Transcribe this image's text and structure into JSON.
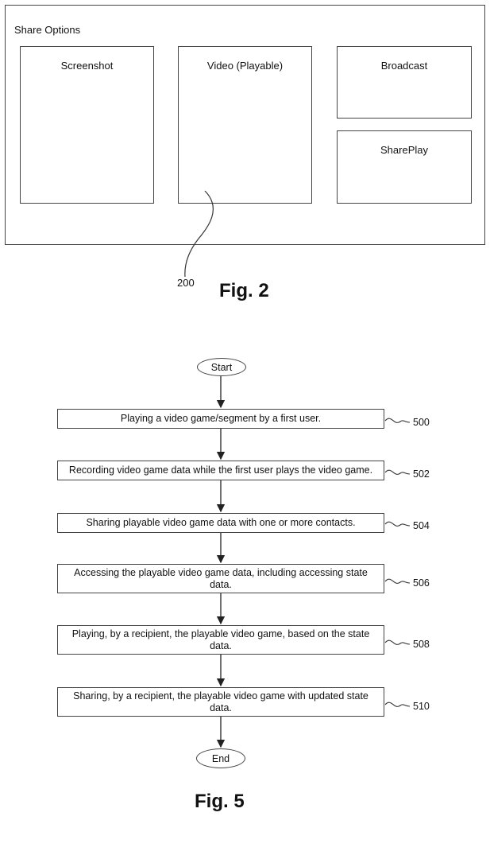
{
  "fig2": {
    "panel_title": "Share Options",
    "options": [
      "Screenshot",
      "Video (Playable)",
      "Broadcast",
      "SharePlay"
    ],
    "ref_number": "200",
    "figure_label": "Fig. 2"
  },
  "fig5": {
    "start_label": "Start",
    "end_label": "End",
    "steps": [
      {
        "text": "Playing a video game/segment by a first user.",
        "number": "500"
      },
      {
        "text": "Recording video game data while the first user plays the video game.",
        "number": "502"
      },
      {
        "text": "Sharing playable video game data with one or more contacts.",
        "number": "504"
      },
      {
        "text": "Accessing the playable video game data, including accessing state data.",
        "number": "506"
      },
      {
        "text": "Playing, by a recipient, the playable video game, based on the state data.",
        "number": "508"
      },
      {
        "text": "Sharing, by a recipient, the playable video game with updated state data.",
        "number": "510"
      }
    ],
    "figure_label": "Fig. 5"
  }
}
